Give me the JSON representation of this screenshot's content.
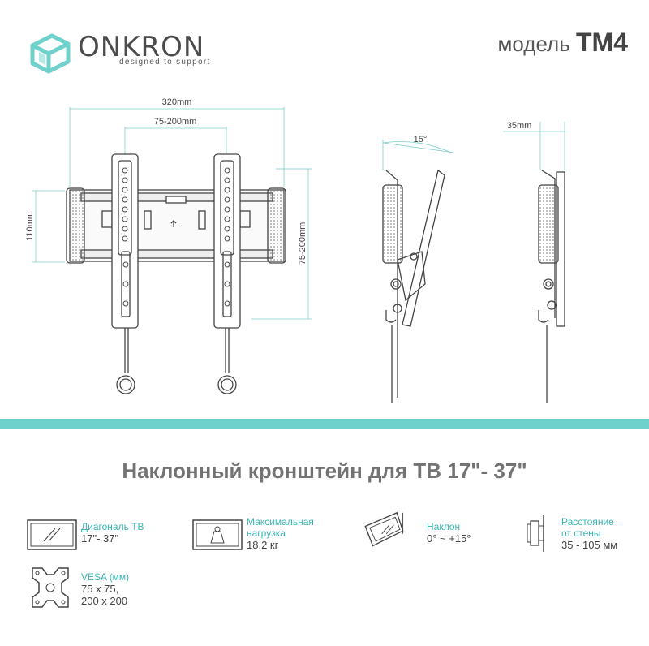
{
  "header": {
    "brand": "ONKRON",
    "tagline": "designed to support",
    "model_label": "модель",
    "model_code": "TM4"
  },
  "diagram": {
    "dim_width_total": "320mm",
    "dim_width_vesa": "75-200mm",
    "dim_height_plate": "110mm",
    "dim_height_vesa": "75-200mm",
    "dim_tilt_angle": "15°",
    "dim_wall_distance": "35mm"
  },
  "title": "Наклонный кронштейн для ТВ  17\"- 37\"",
  "specs": [
    {
      "label_line1": "Диагональ ТВ",
      "label_line2": "",
      "value_line1": "17\"- 37\"",
      "value_line2": ""
    },
    {
      "label_line1": "Максимальная",
      "label_line2": "нагрузка",
      "value_line1": "18.2 кг",
      "value_line2": ""
    },
    {
      "label_line1": "Наклон",
      "label_line2": "",
      "value_line1": "0° ~ +15°",
      "value_line2": ""
    },
    {
      "label_line1": "Расстояние",
      "label_line2": "от стены",
      "value_line1": "35 - 105 мм",
      "value_line2": ""
    },
    {
      "label_line1": "VESA (мм)",
      "label_line2": "",
      "value_line1": "75 x 75,",
      "value_line2": "200 x 200"
    }
  ],
  "colors": {
    "accent": "#6fd1cb",
    "accent_text": "#3ab7b4",
    "text": "#444444"
  },
  "icons": [
    "onkron-logo-icon",
    "tv-diagonal-icon",
    "weight-icon",
    "tilt-icon",
    "wall-distance-icon",
    "vesa-icon"
  ]
}
